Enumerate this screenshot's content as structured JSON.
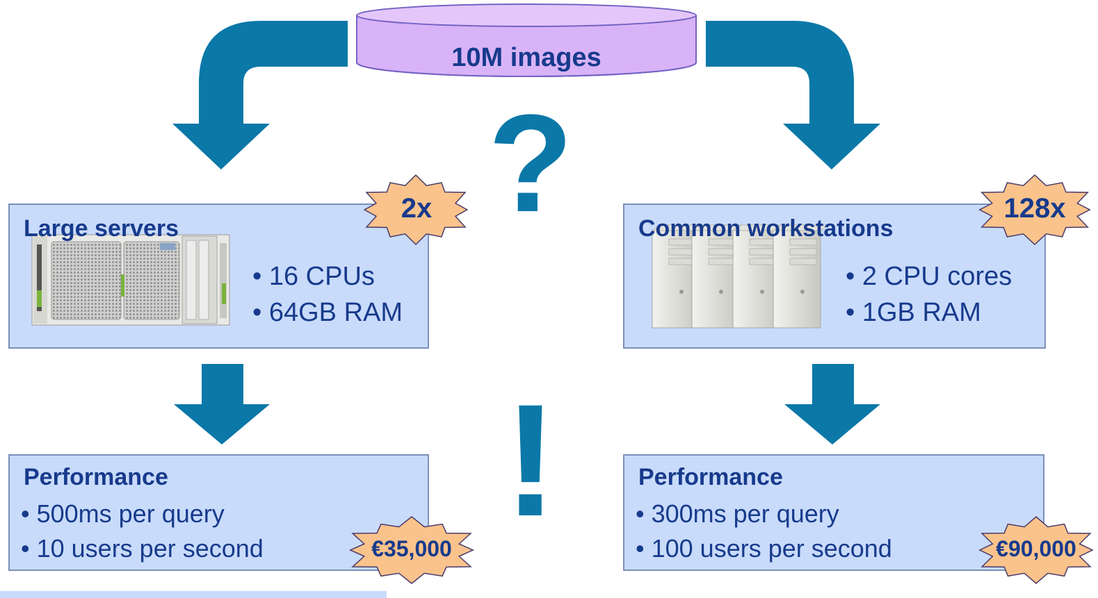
{
  "database": {
    "label": "10M images"
  },
  "left": {
    "title": "Large servers",
    "specs": [
      "• 16 CPUs",
      "• 64GB RAM"
    ],
    "multiplier": "2x",
    "performance_title": "Performance",
    "performance": [
      "•  500ms per query",
      "•  10 users per second"
    ],
    "price": "€35,000"
  },
  "right": {
    "title": "Common workstations",
    "specs": [
      "• 2 CPU cores",
      "• 1GB RAM"
    ],
    "multiplier": "128x",
    "performance_title": "Performance",
    "performance": [
      "•  300ms per query",
      "•  100 users per second"
    ],
    "price": "€90,000"
  },
  "symbols": {
    "question": "?",
    "exclamation": "!"
  },
  "colors": {
    "arrow": "#0b78a8",
    "box_fill": "#c9dbfb",
    "db_fill": "#d9b3f7",
    "star_fill": "#fbc38c",
    "text": "#173a8c"
  }
}
